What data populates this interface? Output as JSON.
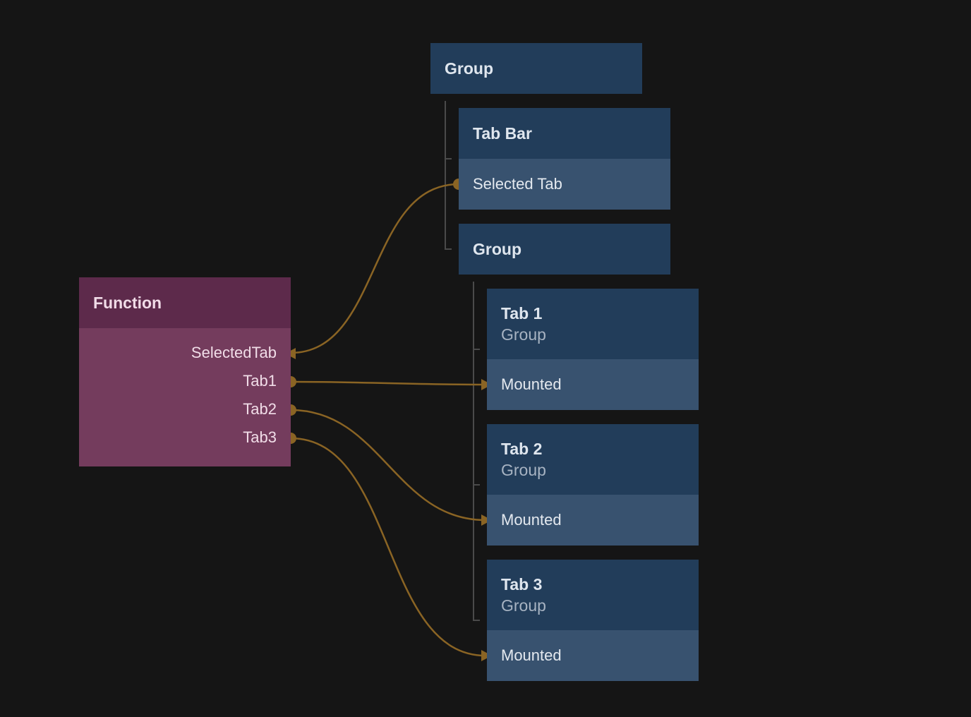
{
  "nodes": {
    "group_root": {
      "title": "Group"
    },
    "tab_bar": {
      "title": "Tab Bar",
      "port": "Selected Tab"
    },
    "group_inner": {
      "title": "Group"
    },
    "tab1": {
      "title": "Tab 1",
      "subtitle": "Group",
      "port": "Mounted"
    },
    "tab2": {
      "title": "Tab 2",
      "subtitle": "Group",
      "port": "Mounted"
    },
    "tab3": {
      "title": "Tab 3",
      "subtitle": "Group",
      "port": "Mounted"
    },
    "function": {
      "title": "Function",
      "ports": [
        "SelectedTab",
        "Tab1",
        "Tab2",
        "Tab3"
      ]
    }
  },
  "connections": [
    {
      "from": "tab_bar.Selected Tab",
      "to": "function.SelectedTab"
    },
    {
      "from": "function.Tab1",
      "to": "tab1.Mounted"
    },
    {
      "from": "function.Tab2",
      "to": "tab2.Mounted"
    },
    {
      "from": "function.Tab3",
      "to": "tab3.Mounted"
    }
  ],
  "colors": {
    "background": "#151515",
    "visual_node_header": "#223d5a",
    "visual_node_port": "#38526f",
    "function_header": "#5d2a4b",
    "function_body": "#743c5d",
    "wire": "#8a6424",
    "hierarchy_line": "#4a4a4a"
  }
}
